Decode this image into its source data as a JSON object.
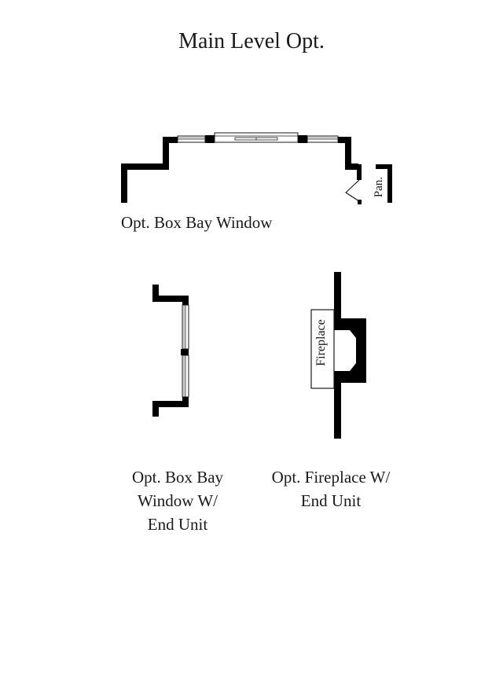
{
  "title": "Main Level Opt.",
  "options": {
    "box_bay_window": {
      "caption": "Opt. Box Bay Window",
      "pantry_label": "Pan."
    },
    "box_bay_window_end_unit": {
      "caption_lines": [
        "Opt. Box Bay",
        "Window W/",
        "End Unit"
      ]
    },
    "fireplace_end_unit": {
      "caption_lines": [
        "Opt. Fireplace W/",
        "End Unit"
      ],
      "fireplace_label": "Fireplace"
    }
  },
  "colors": {
    "wall": "#000000",
    "line": "#1a1a1a",
    "background": "#ffffff"
  }
}
